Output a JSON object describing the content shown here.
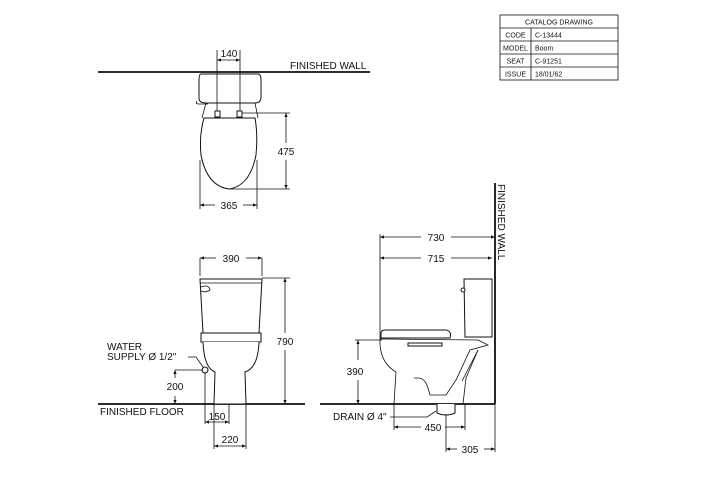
{
  "title_block": {
    "heading": "CATALOG DRAWING",
    "rows": [
      {
        "label": "CODE",
        "value": "C-13444"
      },
      {
        "label": "MODEL",
        "value": "Boom"
      },
      {
        "label": "SEAT",
        "value": "C-91251"
      },
      {
        "label": "ISSUE",
        "value": "18/01/62"
      }
    ]
  },
  "top_view": {
    "wall_label": "FINISHED WALL",
    "dim_hinge_spacing": "140",
    "dim_seat_length": "475",
    "dim_seat_width": "365"
  },
  "front_view": {
    "floor_label": "FINISHED FLOOR",
    "dim_tank_width": "390",
    "dim_total_height": "790",
    "water_supply_line1": "WATER",
    "water_supply_line2": "SUPPLY Ø 1/2\"",
    "dim_supply_height": "200",
    "dim_supply_offset": "150",
    "dim_base_width": "220"
  },
  "side_view": {
    "wall_label": "FINISHED WALL",
    "dim_total_depth": "730",
    "dim_depth_715": "715",
    "dim_seat_height": "390",
    "drain_label": "DRAIN Ø 4\"",
    "dim_base_depth": "450",
    "dim_rough_in": "305"
  }
}
